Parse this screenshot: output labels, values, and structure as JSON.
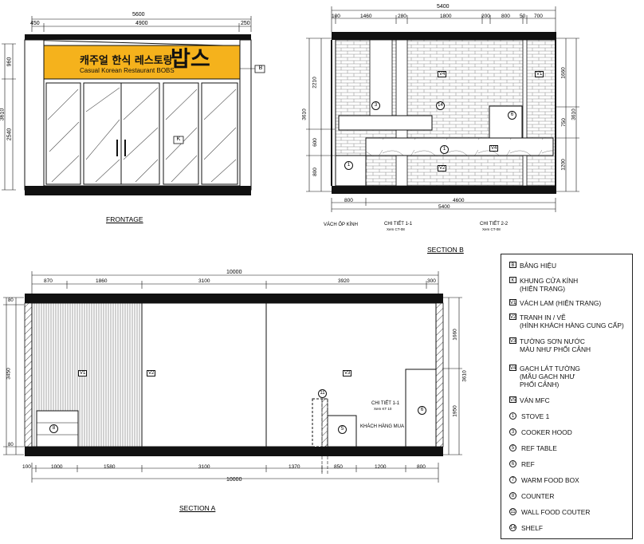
{
  "frontage": {
    "title": "FRONTAGE",
    "sign_korean_1": "캐주얼 한식 레스토랑",
    "sign_korean_big": "밥스",
    "sign_english": "Casual Korean Restaurant BOBS",
    "dims_top": [
      "5600",
      "450",
      "4900",
      "250"
    ],
    "dims_left": [
      "960",
      "2540",
      "3610"
    ],
    "tag_sign": "B",
    "tag_door": "K"
  },
  "section_b": {
    "title": "SECTION B",
    "dims_top": [
      "5400",
      "100",
      "1460",
      "280",
      "1800",
      "200",
      "800",
      "50",
      "700"
    ],
    "dims_left": [
      "2210",
      "600",
      "800",
      "3610"
    ],
    "dims_right": [
      "1660",
      "750",
      "1200",
      "3610"
    ],
    "dims_bottom": [
      "800",
      "4600",
      "5400"
    ],
    "note_glass": "VÁCH ỐP KÍNH",
    "note_detail1": "CHI TIẾT 1-1",
    "note_detail1_sub": "Xem CT-08",
    "note_detail2": "CHI TIẾT 2-2",
    "note_detail2_sub": "Xem CT-08",
    "tags": [
      "V4",
      "V1",
      "V4",
      "V2",
      "V4"
    ],
    "nums": [
      "3",
      "14",
      "6",
      "1",
      "1"
    ]
  },
  "section_a": {
    "title": "SECTION A",
    "dims_top": [
      "10000",
      "870",
      "1860",
      "3100",
      "3920",
      "300"
    ],
    "dims_bottom": [
      "100",
      "1000",
      "1580",
      "3100",
      "1370",
      "850",
      "1200",
      "800",
      "10000"
    ],
    "dims_left": [
      "80",
      "3450",
      "80"
    ],
    "dims_right": [
      "1660",
      "3610",
      "1950"
    ],
    "tags": [
      "V1",
      "V2",
      "V3"
    ],
    "note_detail": "CHI TIẾT 1-1",
    "note_detail_sub": "Xem KT 10",
    "note_client": "KHÁCH HÀNG MUA",
    "nums": [
      "8",
      "11",
      "6",
      "5"
    ]
  },
  "legend": [
    {
      "tag": "B",
      "text": "BẢNG HIỆU"
    },
    {
      "tag": "K",
      "text": "KHUNG CỬA KÍNH\n(HIỆN TRẠNG)"
    },
    {
      "tag": "V1",
      "text": "VÁCH LAM (HIỆN TRẠNG)"
    },
    {
      "tag": "V2",
      "text": "TRANH IN / VẼ\n(HÌNH KHÁCH HÀNG CUNG CẤP)"
    },
    {
      "tag": "V3",
      "text": "TƯỜNG SƠN NƯỚC\nMÀU NHƯ PHỐI CẢNH"
    },
    {
      "tag": "V4",
      "text": "GẠCH LÁT TƯỜNG\n(MẪU GẠCH NHƯ\nPHỐI CẢNH)"
    },
    {
      "tag": "V5",
      "text": "VÁN MFC"
    },
    {
      "num": "1",
      "text": "STOVE 1"
    },
    {
      "num": "3",
      "text": "COOKER HOOD"
    },
    {
      "num": "5",
      "text": "REF TABLE"
    },
    {
      "num": "6",
      "text": "REF"
    },
    {
      "num": "7",
      "text": "WARM FOOD BOX"
    },
    {
      "num": "8",
      "text": "COUNTER"
    },
    {
      "num": "11",
      "text": "WALL FOOD COUTER"
    },
    {
      "num": "14",
      "text": "SHELF"
    }
  ],
  "colors": {
    "sign": "#F5B21C",
    "line": "#111111",
    "hatch": "#555555"
  }
}
